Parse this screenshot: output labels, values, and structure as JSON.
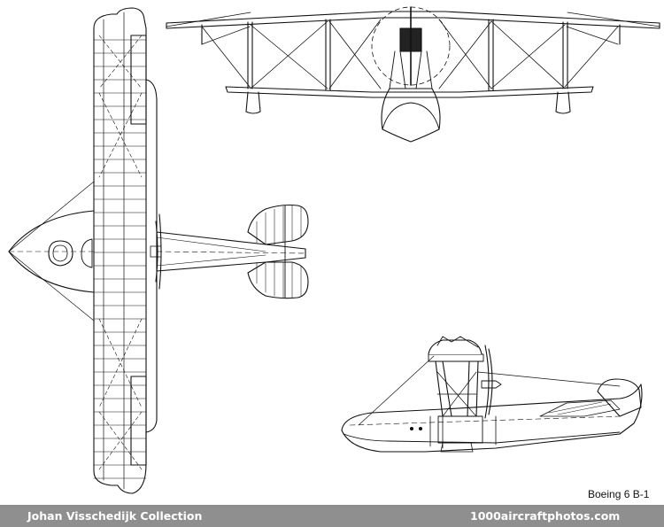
{
  "caption": "Boeing 6 B-1",
  "footer": {
    "left": "Johan Visschedijk Collection",
    "right": "1000aircraftphotos.com",
    "background": "#8f8f8f"
  },
  "views": {
    "plan": "plan-view",
    "front": "front-view",
    "side": "side-view"
  }
}
